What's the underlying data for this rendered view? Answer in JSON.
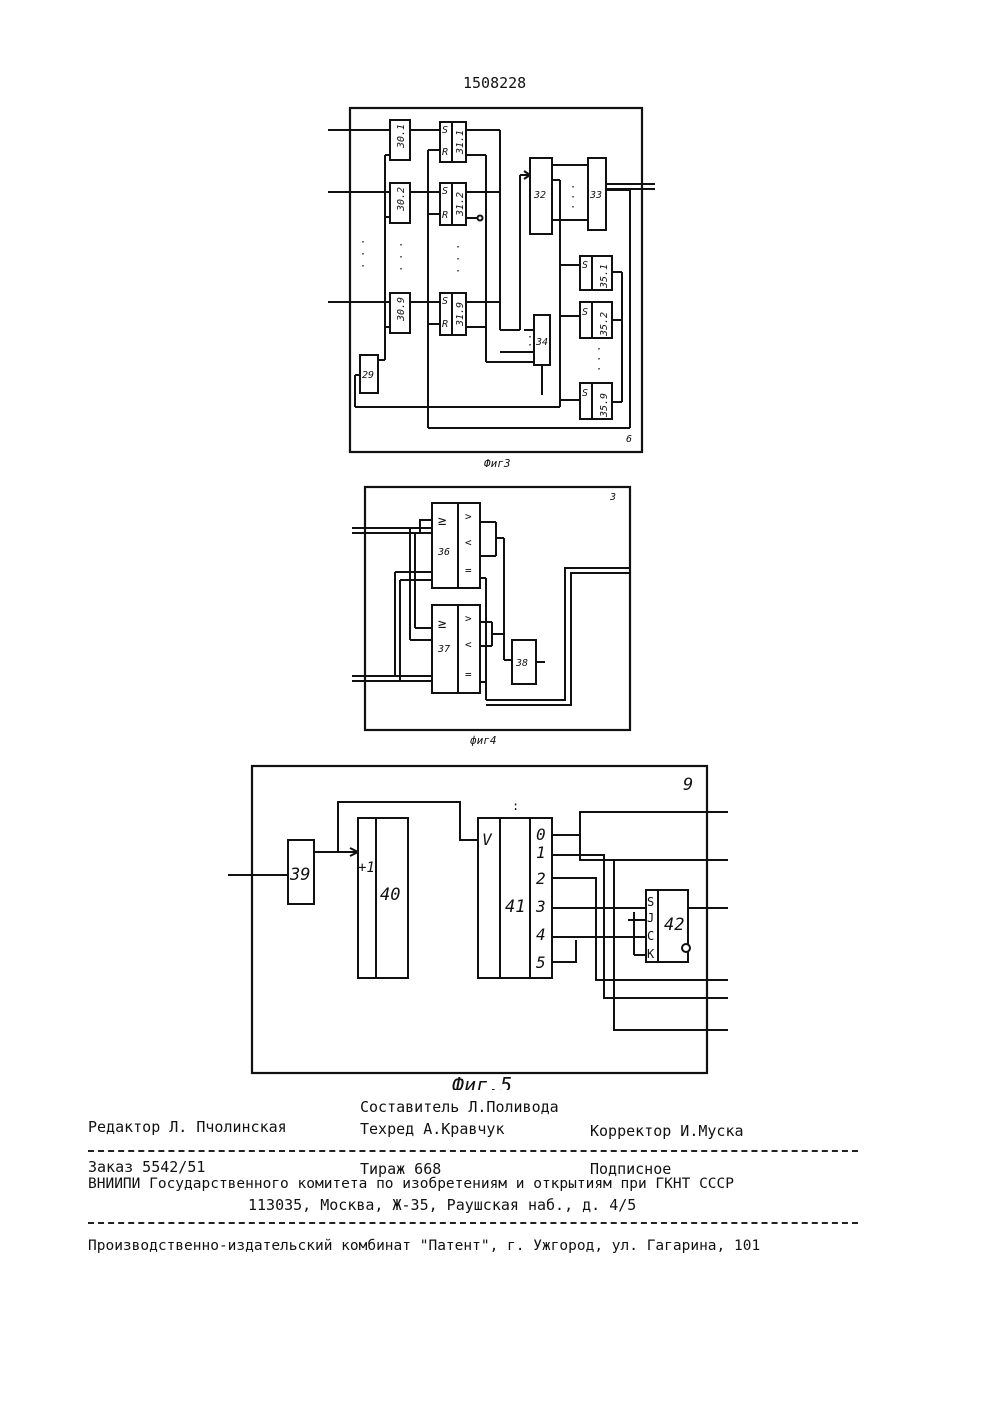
{
  "patent_number": "1508228",
  "fig3": {
    "caption": "Фиг3",
    "corner_label": "6",
    "blocks": [
      "30.1",
      "30.2",
      "30.9",
      "31.1",
      "31.2",
      "31.9",
      "32",
      "33",
      "34",
      "35.1",
      "35.2",
      "35.9",
      "29"
    ],
    "trigger_inputs": [
      "S",
      "R"
    ]
  },
  "fig4": {
    "caption": "фиг4",
    "corner_label": "3",
    "blocks": [
      "36",
      "37",
      "38"
    ],
    "comparator_symbol": "≥",
    "outputs": [
      ">",
      "<",
      "="
    ]
  },
  "fig5": {
    "caption": "Фиг.5",
    "corner_label": "9",
    "blocks": [
      "39",
      "40",
      "41",
      "42"
    ],
    "counter_input": "+1",
    "decoder_input": "V",
    "decoder_outputs": [
      "0",
      "1",
      "2",
      "3",
      "4",
      "5"
    ],
    "trigger_inputs": [
      "S",
      "J",
      "C",
      "K"
    ]
  },
  "footer": {
    "compiler": "Составитель Л.Поливода",
    "editor": "Редактор Л. Пчолинская",
    "tech_editor": "Техред А.Кравчук",
    "proofreader": "Корректор И.Муска",
    "order": "Заказ 5542/51",
    "circulation": "Тираж 668",
    "subscription": "Подписное",
    "org_line": "ВНИИПИ Государственного комитета по изобретениям и открытиям при ГКНТ СССР",
    "address": "113035, Москва, Ж-35, Раушская наб., д. 4/5",
    "publisher": "Производственно-издательский комбинат \"Патент\", г. Ужгород, ул. Гагарина, 101"
  }
}
